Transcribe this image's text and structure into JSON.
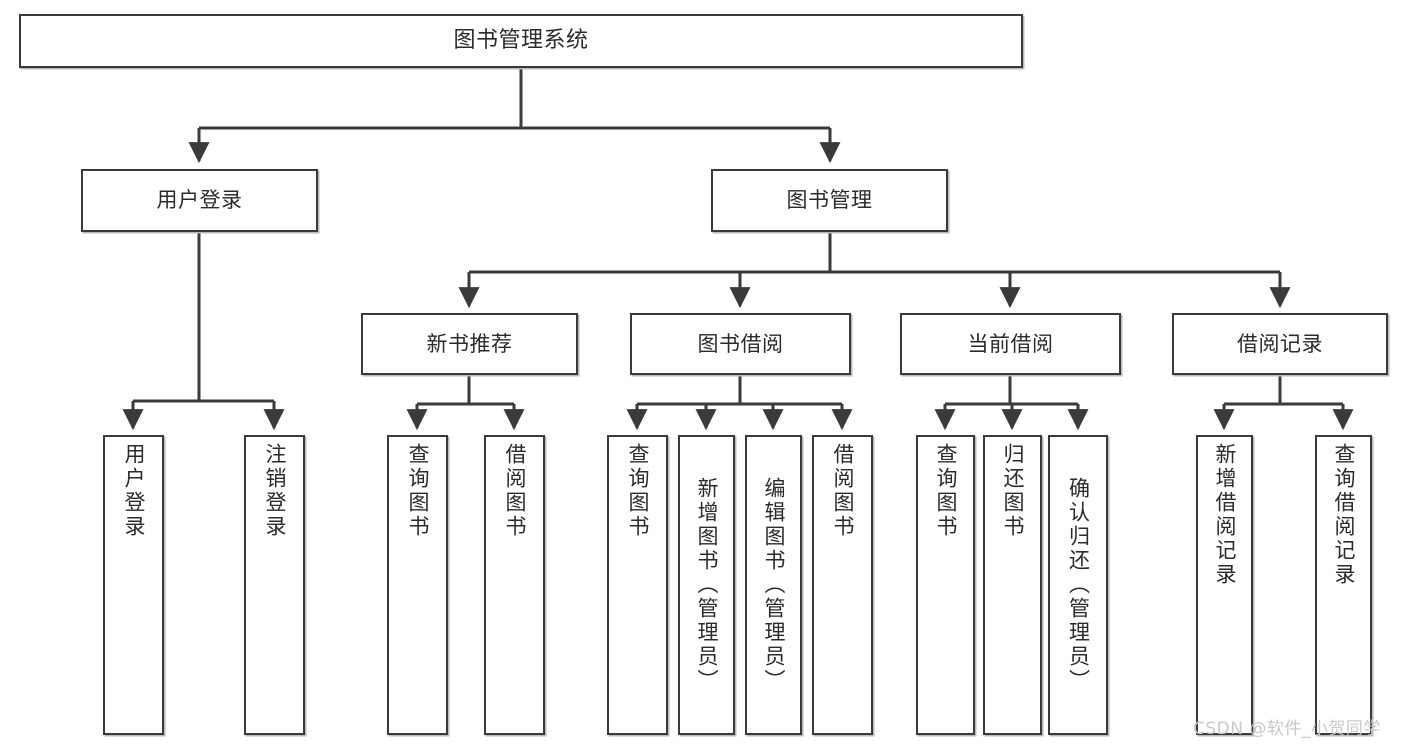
{
  "diagram": {
    "type": "tree",
    "title": "图书管理系统",
    "orientation": "top-down",
    "watermark": "CSDN @软件_小贺同学",
    "colors": {
      "background": "#ffffff",
      "node_border": "#3a3a3a",
      "node_fill": "#ffffff",
      "edge": "#3a3a3a",
      "text": "#2b2b2b",
      "shadow": "#b9b9b9",
      "watermark": "#c9c9c9"
    }
  },
  "nodes": {
    "root": {
      "label": "图书管理系统",
      "level": 1
    },
    "l2": [
      {
        "id": "user-login",
        "label": "用户登录",
        "level": 2
      },
      {
        "id": "book-management",
        "label": "图书管理",
        "level": 2
      }
    ],
    "l3": [
      {
        "id": "new-book-recommend",
        "label": "新书推荐",
        "level": 3,
        "parent": "book-management"
      },
      {
        "id": "book-borrow",
        "label": "图书借阅",
        "level": 3,
        "parent": "book-management"
      },
      {
        "id": "current-borrow",
        "label": "当前借阅",
        "level": 3,
        "parent": "book-management"
      },
      {
        "id": "borrow-record",
        "label": "借阅记录",
        "level": 3,
        "parent": "book-management"
      }
    ],
    "leaves": [
      {
        "id": "leaf-user-login",
        "label": "用户登录",
        "parent": "user-login"
      },
      {
        "id": "leaf-logout-login",
        "label": "注销登录",
        "parent": "user-login"
      },
      {
        "id": "leaf-query-book-1",
        "label": "查询图书",
        "parent": "new-book-recommend"
      },
      {
        "id": "leaf-borrow-book-1",
        "label": "借阅图书",
        "parent": "new-book-recommend"
      },
      {
        "id": "leaf-query-book-2",
        "label": "查询图书",
        "parent": "book-borrow"
      },
      {
        "id": "leaf-add-book",
        "label": "新增图书（管理员）",
        "parent": "book-borrow"
      },
      {
        "id": "leaf-edit-book",
        "label": "编辑图书（管理员）",
        "parent": "book-borrow"
      },
      {
        "id": "leaf-borrow-book-2",
        "label": "借阅图书",
        "parent": "book-borrow"
      },
      {
        "id": "leaf-query-book-3",
        "label": "查询图书",
        "parent": "current-borrow"
      },
      {
        "id": "leaf-return-book",
        "label": "归还图书",
        "parent": "current-borrow"
      },
      {
        "id": "leaf-confirm-return",
        "label": "确认归还（管理员）",
        "parent": "current-borrow"
      },
      {
        "id": "leaf-add-record",
        "label": "新增借阅记录",
        "parent": "borrow-record"
      },
      {
        "id": "leaf-query-record",
        "label": "查询借阅记录",
        "parent": "borrow-record"
      }
    ]
  }
}
